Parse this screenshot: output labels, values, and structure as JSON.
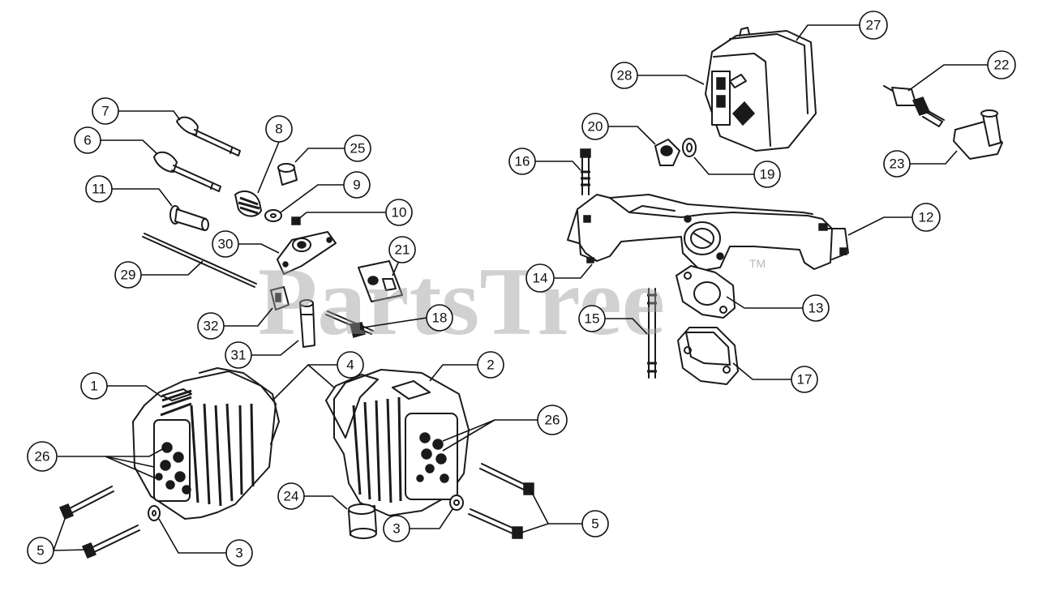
{
  "watermark": {
    "text": "PartsTree",
    "trademark": "TM"
  },
  "callouts": [
    {
      "id": "c1",
      "label": "1"
    },
    {
      "id": "c2",
      "label": "2"
    },
    {
      "id": "c3a",
      "label": "3"
    },
    {
      "id": "c3b",
      "label": "3"
    },
    {
      "id": "c4",
      "label": "4"
    },
    {
      "id": "c5a",
      "label": "5"
    },
    {
      "id": "c5b",
      "label": "5"
    },
    {
      "id": "c6",
      "label": "6"
    },
    {
      "id": "c7",
      "label": "7"
    },
    {
      "id": "c8",
      "label": "8"
    },
    {
      "id": "c9",
      "label": "9"
    },
    {
      "id": "c10",
      "label": "10"
    },
    {
      "id": "c11",
      "label": "11"
    },
    {
      "id": "c12",
      "label": "12"
    },
    {
      "id": "c13",
      "label": "13"
    },
    {
      "id": "c14",
      "label": "14"
    },
    {
      "id": "c15",
      "label": "15"
    },
    {
      "id": "c16",
      "label": "16"
    },
    {
      "id": "c17",
      "label": "17"
    },
    {
      "id": "c18",
      "label": "18"
    },
    {
      "id": "c19",
      "label": "19"
    },
    {
      "id": "c20",
      "label": "20"
    },
    {
      "id": "c21",
      "label": "21"
    },
    {
      "id": "c22",
      "label": "22"
    },
    {
      "id": "c23",
      "label": "23"
    },
    {
      "id": "c24",
      "label": "24"
    },
    {
      "id": "c25",
      "label": "25"
    },
    {
      "id": "c26a",
      "label": "26"
    },
    {
      "id": "c26b",
      "label": "26"
    },
    {
      "id": "c27",
      "label": "27"
    },
    {
      "id": "c28",
      "label": "28"
    },
    {
      "id": "c29",
      "label": "29"
    },
    {
      "id": "c30",
      "label": "30"
    },
    {
      "id": "c31",
      "label": "31"
    },
    {
      "id": "c32",
      "label": "32"
    }
  ]
}
